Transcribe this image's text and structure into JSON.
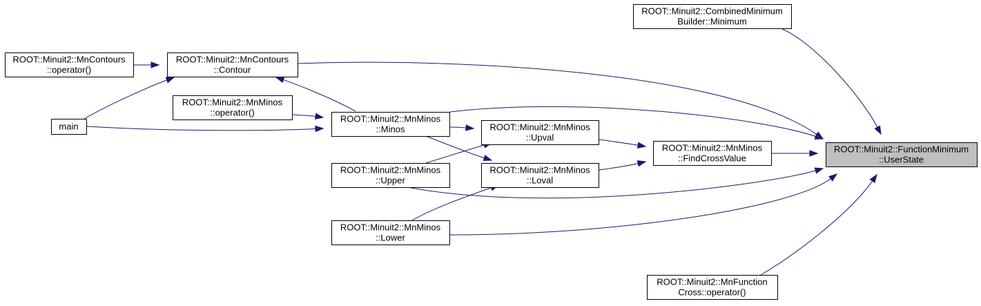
{
  "graph": {
    "nodes": [
      {
        "id": "user_state",
        "lines": [
          "ROOT::Minuit2::FunctionMinimum",
          "::UserState"
        ],
        "highlighted": true
      },
      {
        "id": "combined_minimum",
        "lines": [
          "ROOT::Minuit2::CombinedMinimum",
          "Builder::Minimum"
        ]
      },
      {
        "id": "mncontours_op",
        "lines": [
          "ROOT::Minuit2::MnContours",
          "::operator()"
        ]
      },
      {
        "id": "contour",
        "lines": [
          "ROOT::Minuit2::MnContours",
          "::Contour"
        ]
      },
      {
        "id": "mnminos_op",
        "lines": [
          "ROOT::Minuit2::MnMinos",
          "::operator()"
        ]
      },
      {
        "id": "main",
        "lines": [
          "main"
        ]
      },
      {
        "id": "minos",
        "lines": [
          "ROOT::Minuit2::MnMinos",
          "::Minos"
        ]
      },
      {
        "id": "upval",
        "lines": [
          "ROOT::Minuit2::MnMinos",
          "::Upval"
        ]
      },
      {
        "id": "find_cross",
        "lines": [
          "ROOT::Minuit2::MnMinos",
          "::FindCrossValue"
        ]
      },
      {
        "id": "upper",
        "lines": [
          "ROOT::Minuit2::MnMinos",
          "::Upper"
        ]
      },
      {
        "id": "loval",
        "lines": [
          "ROOT::Minuit2::MnMinos",
          "::Loval"
        ]
      },
      {
        "id": "lower",
        "lines": [
          "ROOT::Minuit2::MnMinos",
          "::Lower"
        ]
      },
      {
        "id": "mnfunctioncross_op",
        "lines": [
          "ROOT::Minuit2::MnFunction",
          "Cross::operator()"
        ]
      }
    ],
    "edges": [
      {
        "from": "combined_minimum",
        "to": "user_state"
      },
      {
        "from": "contour",
        "to": "user_state"
      },
      {
        "from": "mncontours_op",
        "to": "contour"
      },
      {
        "from": "main",
        "to": "contour"
      },
      {
        "from": "minos",
        "to": "contour"
      },
      {
        "from": "minos",
        "to": "user_state"
      },
      {
        "from": "mnminos_op",
        "to": "minos"
      },
      {
        "from": "main",
        "to": "minos"
      },
      {
        "from": "minos",
        "to": "upval"
      },
      {
        "from": "minos",
        "to": "loval"
      },
      {
        "from": "upper",
        "to": "upval"
      },
      {
        "from": "lower",
        "to": "loval"
      },
      {
        "from": "upval",
        "to": "find_cross"
      },
      {
        "from": "loval",
        "to": "find_cross"
      },
      {
        "from": "find_cross",
        "to": "user_state"
      },
      {
        "from": "upper",
        "to": "user_state"
      },
      {
        "from": "lower",
        "to": "user_state"
      },
      {
        "from": "mnfunctioncross_op",
        "to": "user_state"
      }
    ]
  }
}
